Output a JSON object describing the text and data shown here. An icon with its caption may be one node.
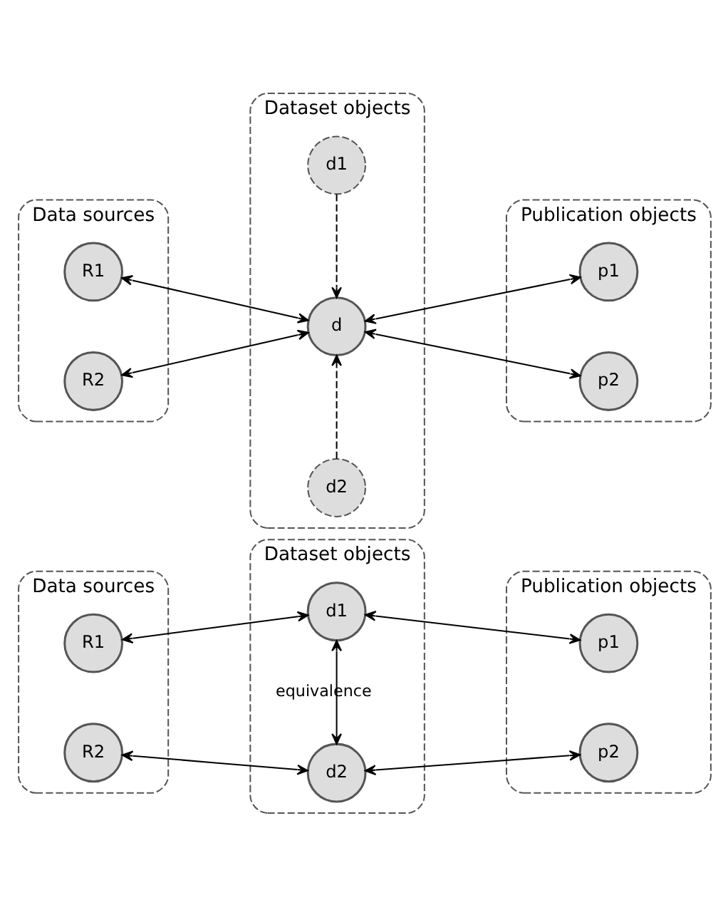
{
  "diagram": {
    "nodes": [
      {
        "text": [
          "Data sources"
        ]
      },
      {
        "text": [
          "R1"
        ],
        "in": 0
      },
      {
        "text": [
          "R2"
        ],
        "in": 0
      },
      {
        "text": [
          "Dataset objects"
        ]
      },
      {
        "text": [
          "d1"
        ],
        "in": 3
      },
      {
        "text": [
          "d2"
        ],
        "in": 3
      },
      {
        "text": [
          "Publication objects"
        ]
      },
      {
        "text": [
          "p1"
        ],
        "in": 6
      },
      {
        "text": [
          "p2"
        ],
        "in": 6
      },
      {
        "text": [
          "Data sources"
        ]
      },
      {
        "text": [
          "R1"
        ],
        "in": 9
      },
      {
        "text": [
          "R2"
        ],
        "in": 9
      },
      {
        "text": [
          "Dataset objects"
        ]
      },
      {
        "text": [
          "d1"
        ],
        "in": 12
      },
      {
        "text": [
          "d"
        ],
        "in": 12
      },
      {
        "text": [
          "d2"
        ],
        "in": 12
      },
      {
        "text": [
          "Publication objects"
        ]
      },
      {
        "text": [
          "p1"
        ],
        "in": 16
      },
      {
        "text": [
          "p2"
        ],
        "in": 16
      }
    ],
    "edges": [
      {
        "from": 1,
        "to": 4,
        "arrow": "both"
      },
      {
        "from": 4,
        "to": 7,
        "arrow": "both"
      },
      {
        "from": 4,
        "to": 5,
        "arrow": "both",
        "label": "equivalence"
      },
      {
        "from": 2,
        "to": 5,
        "arrow": "both"
      },
      {
        "from": 5,
        "to": 8,
        "arrow": "both"
      },
      {
        "from": 10,
        "to": 14,
        "arrow": "both"
      },
      {
        "from": 11,
        "to": 14,
        "arrow": "both"
      },
      {
        "from": 13,
        "to": 14,
        "arrow": "to",
        "style": "dashed"
      },
      {
        "from": 15,
        "to": 14,
        "arrow": "to",
        "style": "dashed"
      },
      {
        "from": 14,
        "to": 17,
        "arrow": "both"
      },
      {
        "from": 14,
        "to": 18,
        "arrow": "both"
      }
    ]
  }
}
